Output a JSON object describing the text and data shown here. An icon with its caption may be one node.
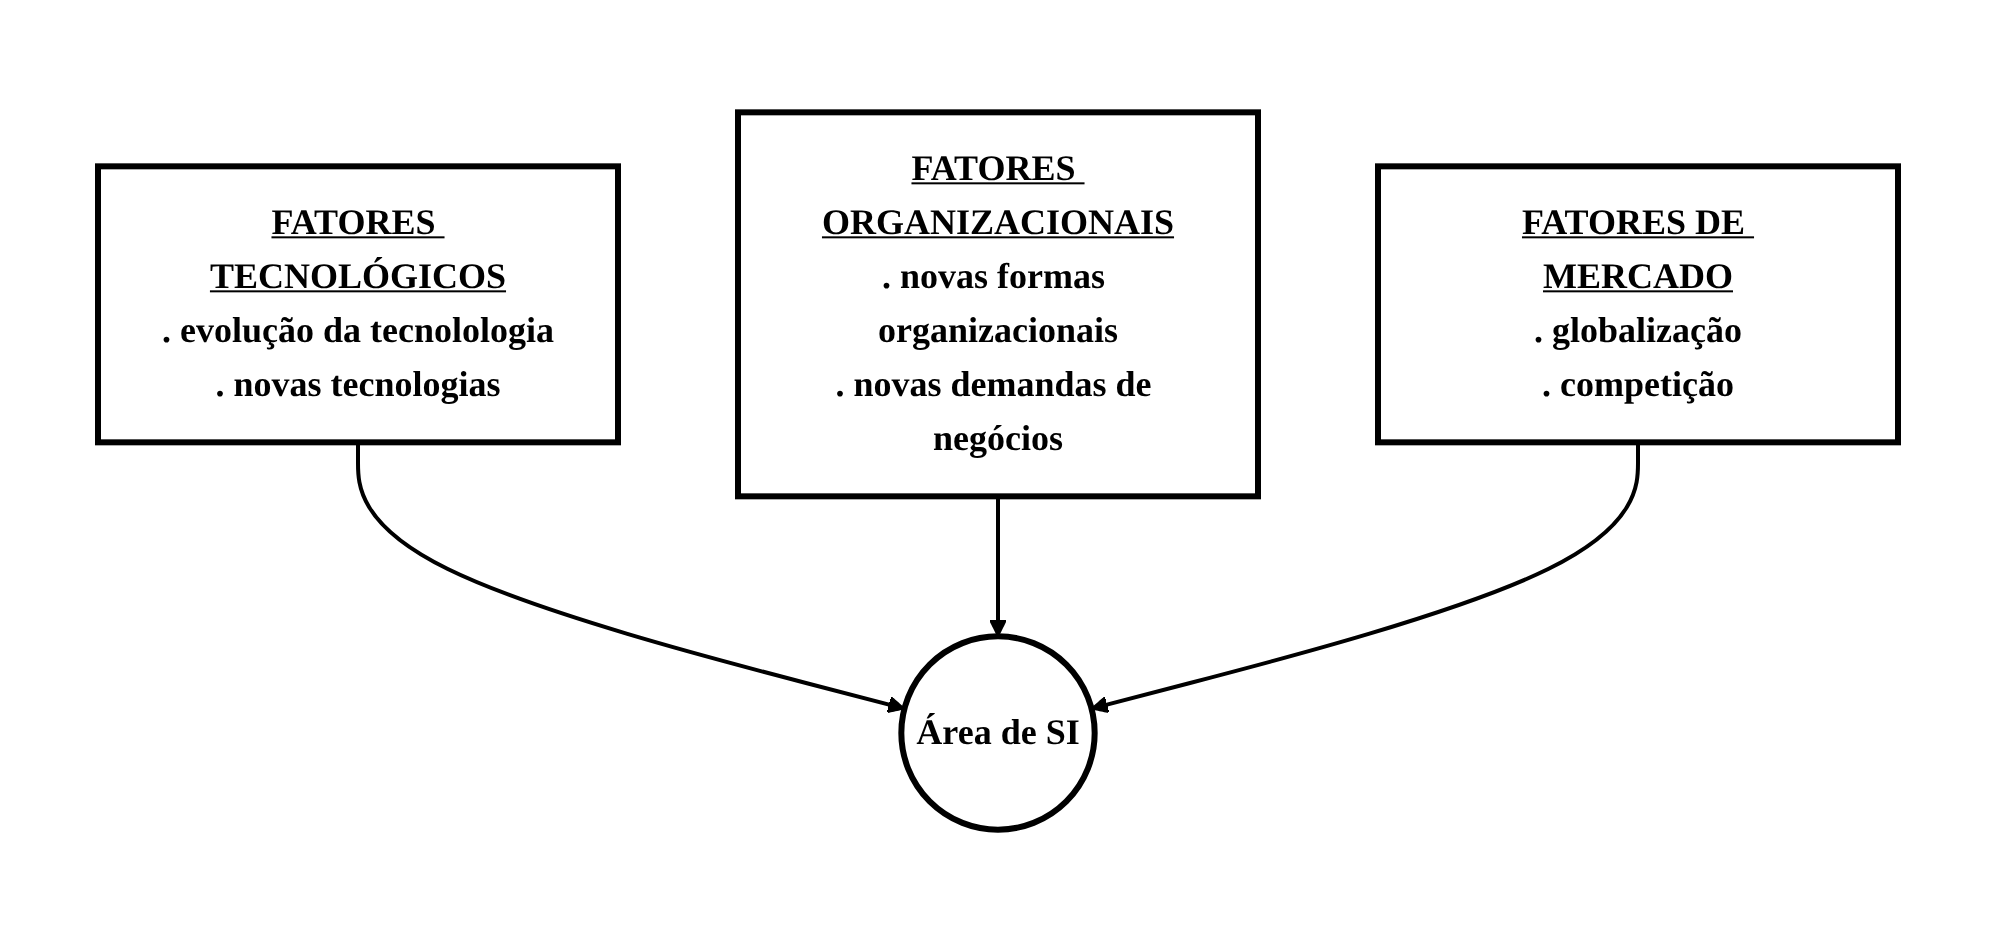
{
  "diagram": {
    "nodes": [
      {
        "text": [
          "FATORES ORGANIZACIONAIS",
          ". novas formas organizacionais",
          ". novas demandas de negócios"
        ]
      },
      {
        "text": [
          "FATORES TECNOLÓGICOS",
          ". evolução da tecnolologia",
          ". novas tecnologias"
        ]
      },
      {
        "text": [
          "FATORES DE MERCADO",
          ". globalização",
          ". competição"
        ]
      },
      {
        "text": [
          "Área de SI"
        ]
      }
    ],
    "edges": [
      {
        "from": 1,
        "to": 3,
        "arrow": "to"
      },
      {
        "from": 0,
        "to": 3,
        "arrow": "to"
      },
      {
        "from": 2,
        "to": 3,
        "arrow": "to"
      }
    ]
  }
}
